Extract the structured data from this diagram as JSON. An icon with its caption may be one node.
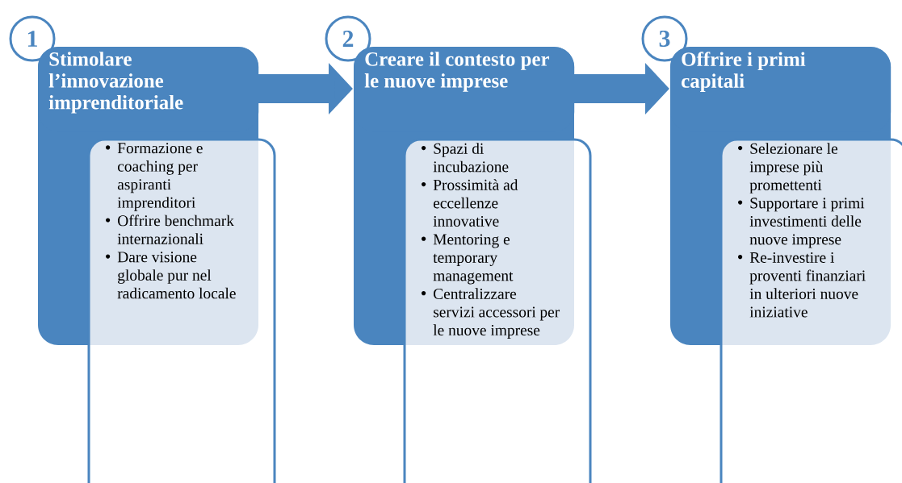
{
  "diagram": {
    "nodes": [
      {
        "text": [
          "1"
        ]
      },
      {
        "text": [
          "Stimolare l’innovazione imprenditoriale"
        ]
      },
      {
        "text": [
          "Formazione e coaching per aspiranti imprenditori",
          "Offrire benchmark internazionali",
          "Dare visione globale pur nel radicamento locale"
        ]
      },
      {
        "text": [
          "2"
        ]
      },
      {
        "text": [
          "Creare il contesto per le nuove imprese"
        ]
      },
      {
        "text": [
          "Spazi di incubazione",
          "Prossimità ad eccellenze innovative",
          "Mentoring e temporary management",
          "Centralizzare servizi accessori per le nuove imprese"
        ]
      },
      {
        "text": [
          "3"
        ]
      },
      {
        "text": [
          "Offrire i primi capitali"
        ]
      },
      {
        "text": [
          "Selezionare le imprese più promettenti",
          "Supportare i primi investimenti delle nuove imprese",
          "Re-investire i proventi finanziari in ulteriori nuove iniziative"
        ]
      }
    ],
    "edges": [
      {
        "from": 1,
        "to": 4,
        "arrow": "to"
      },
      {
        "from": 4,
        "to": 7,
        "arrow": "to"
      }
    ]
  }
}
